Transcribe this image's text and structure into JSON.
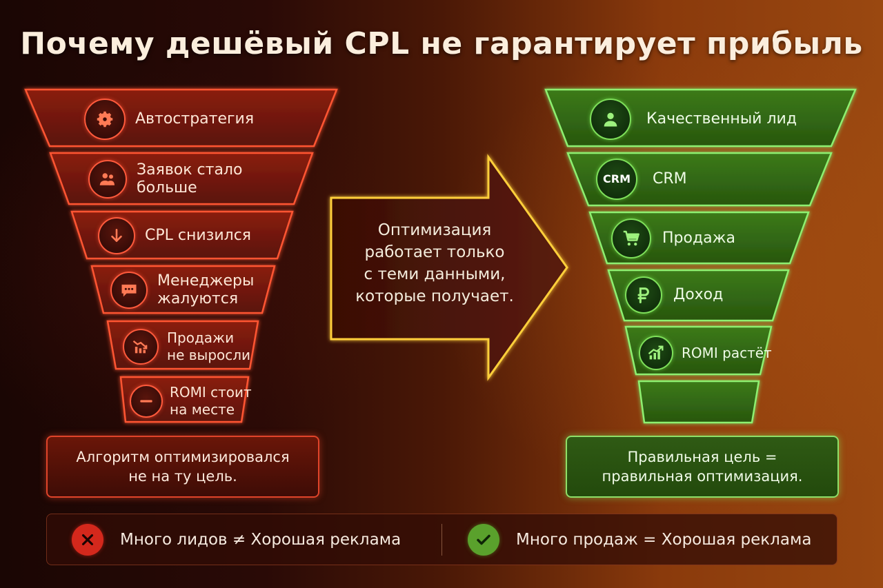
{
  "title": "Почему дешёвый CPL не гарантирует прибыль",
  "left_funnel": {
    "items": [
      {
        "icon": "gear-icon",
        "label": "Автостратегия"
      },
      {
        "icon": "users-icon",
        "label_line1": "Заявок стало",
        "label_line2": "больше"
      },
      {
        "icon": "arrow-down-icon",
        "label": "CPL снизился"
      },
      {
        "icon": "chat-bubble-icon",
        "label_line1": "Менеджеры",
        "label_line2": "жалуются"
      },
      {
        "icon": "declining-chart-icon",
        "label_line1": "Продажи",
        "label_line2": "не выросли"
      },
      {
        "icon": "minus-icon",
        "label_line1": "ROMI стоит",
        "label_line2": "на месте"
      }
    ],
    "conclusion_line1": "Алгоритм оптимизировался",
    "conclusion_line2": "не на ту цель."
  },
  "arrow": {
    "lines": [
      "Оптимизация",
      "работает только",
      "с теми данными,",
      "которые получает."
    ]
  },
  "right_funnel": {
    "items": [
      {
        "icon": "person-icon",
        "label": "Качественный лид"
      },
      {
        "icon": "crm-icon",
        "icon_text": "CRM",
        "label": "CRM"
      },
      {
        "icon": "cart-icon",
        "label": "Продажа"
      },
      {
        "icon": "ruble-icon",
        "label": "Доход"
      },
      {
        "icon": "growth-chart-icon",
        "label": "ROMI растёт"
      }
    ],
    "conclusion_line1": "Правильная цель =",
    "conclusion_line2": "правильная оптимизация."
  },
  "bottom": {
    "left_text": "Много лидов ≠ Хорошая реклама",
    "right_text": "Много продаж = Хорошая реклама"
  },
  "colors": {
    "red_accent": "#ff4a2a",
    "green_accent": "#8ef070",
    "arrow_accent": "#ffcf3a"
  }
}
